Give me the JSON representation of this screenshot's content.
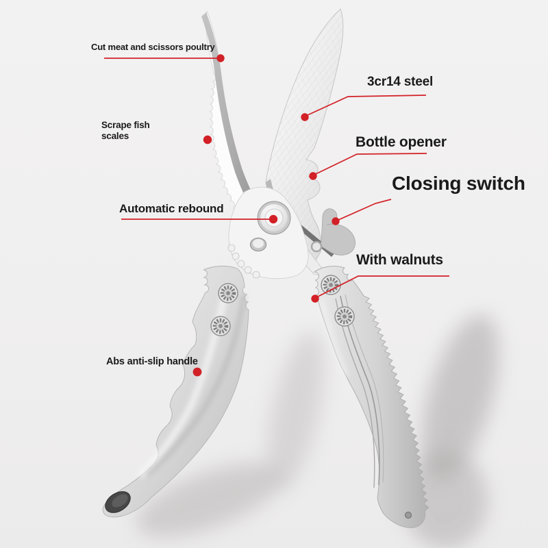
{
  "figure": {
    "type": "annotated-product-photo",
    "subject": "kitchen poultry shears with feature callouts"
  },
  "theme": {
    "accent_red": "#d22027",
    "text_color": "#1a1a1a",
    "background": "#f1f0f0",
    "metal_light": "#f5f5f5",
    "metal_mid": "#d6d6d6",
    "metal_dark": "#9b9b9b"
  },
  "annotations": [
    {
      "id": "cut-meat",
      "label": "Cut meat and scissors poultry"
    },
    {
      "id": "scrape-fish",
      "label": "Scrape fish scales"
    },
    {
      "id": "automatic-rebound",
      "label": "Automatic rebound"
    },
    {
      "id": "abs-handle",
      "label": "Abs anti-slip handle"
    },
    {
      "id": "steel",
      "label": "3cr14 steel"
    },
    {
      "id": "bottle-opener",
      "label": "Bottle opener"
    },
    {
      "id": "closing-switch",
      "label": "Closing switch"
    },
    {
      "id": "with-walnuts",
      "label": "With walnuts"
    }
  ]
}
